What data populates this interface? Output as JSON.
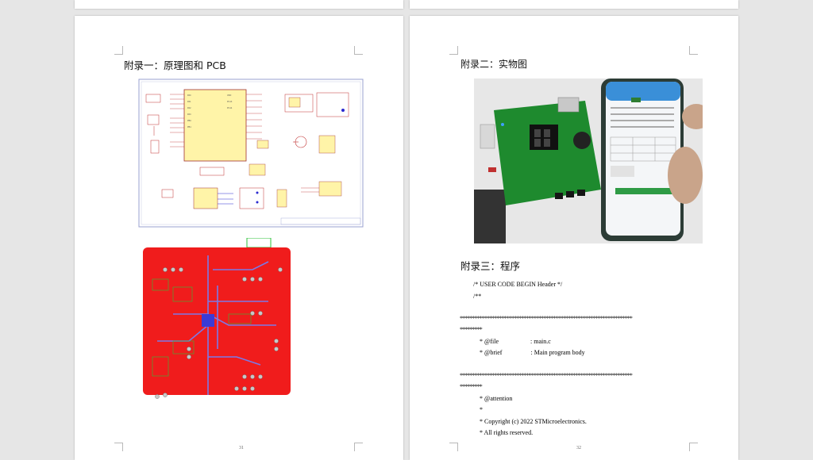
{
  "left_page": {
    "heading": "附录一：原理图和 PCB",
    "page_number": "31"
  },
  "right_page": {
    "heading_photo": "附录二：实物图",
    "heading_code": "附录三：程序",
    "page_number": "32",
    "code_lines": [
      "/* USER CODE BEGIN Header */",
      "/**",
      "**********************************************************************",
      "*********",
      "* @file                    : main.c",
      "* @brief                  : Main program body",
      "**********************************************************************",
      "*********",
      "* @attention",
      "*",
      "* Copyright (c) 2022 STMicroelectronics.",
      "* All rights reserved."
    ]
  },
  "colors": {
    "pcb_red": "#f01c1c",
    "pcb_trace": "#3b3bd6",
    "board_green": "#1e8a2e",
    "schematic_chip": "#fff4a8",
    "schematic_line": "#c03030"
  }
}
